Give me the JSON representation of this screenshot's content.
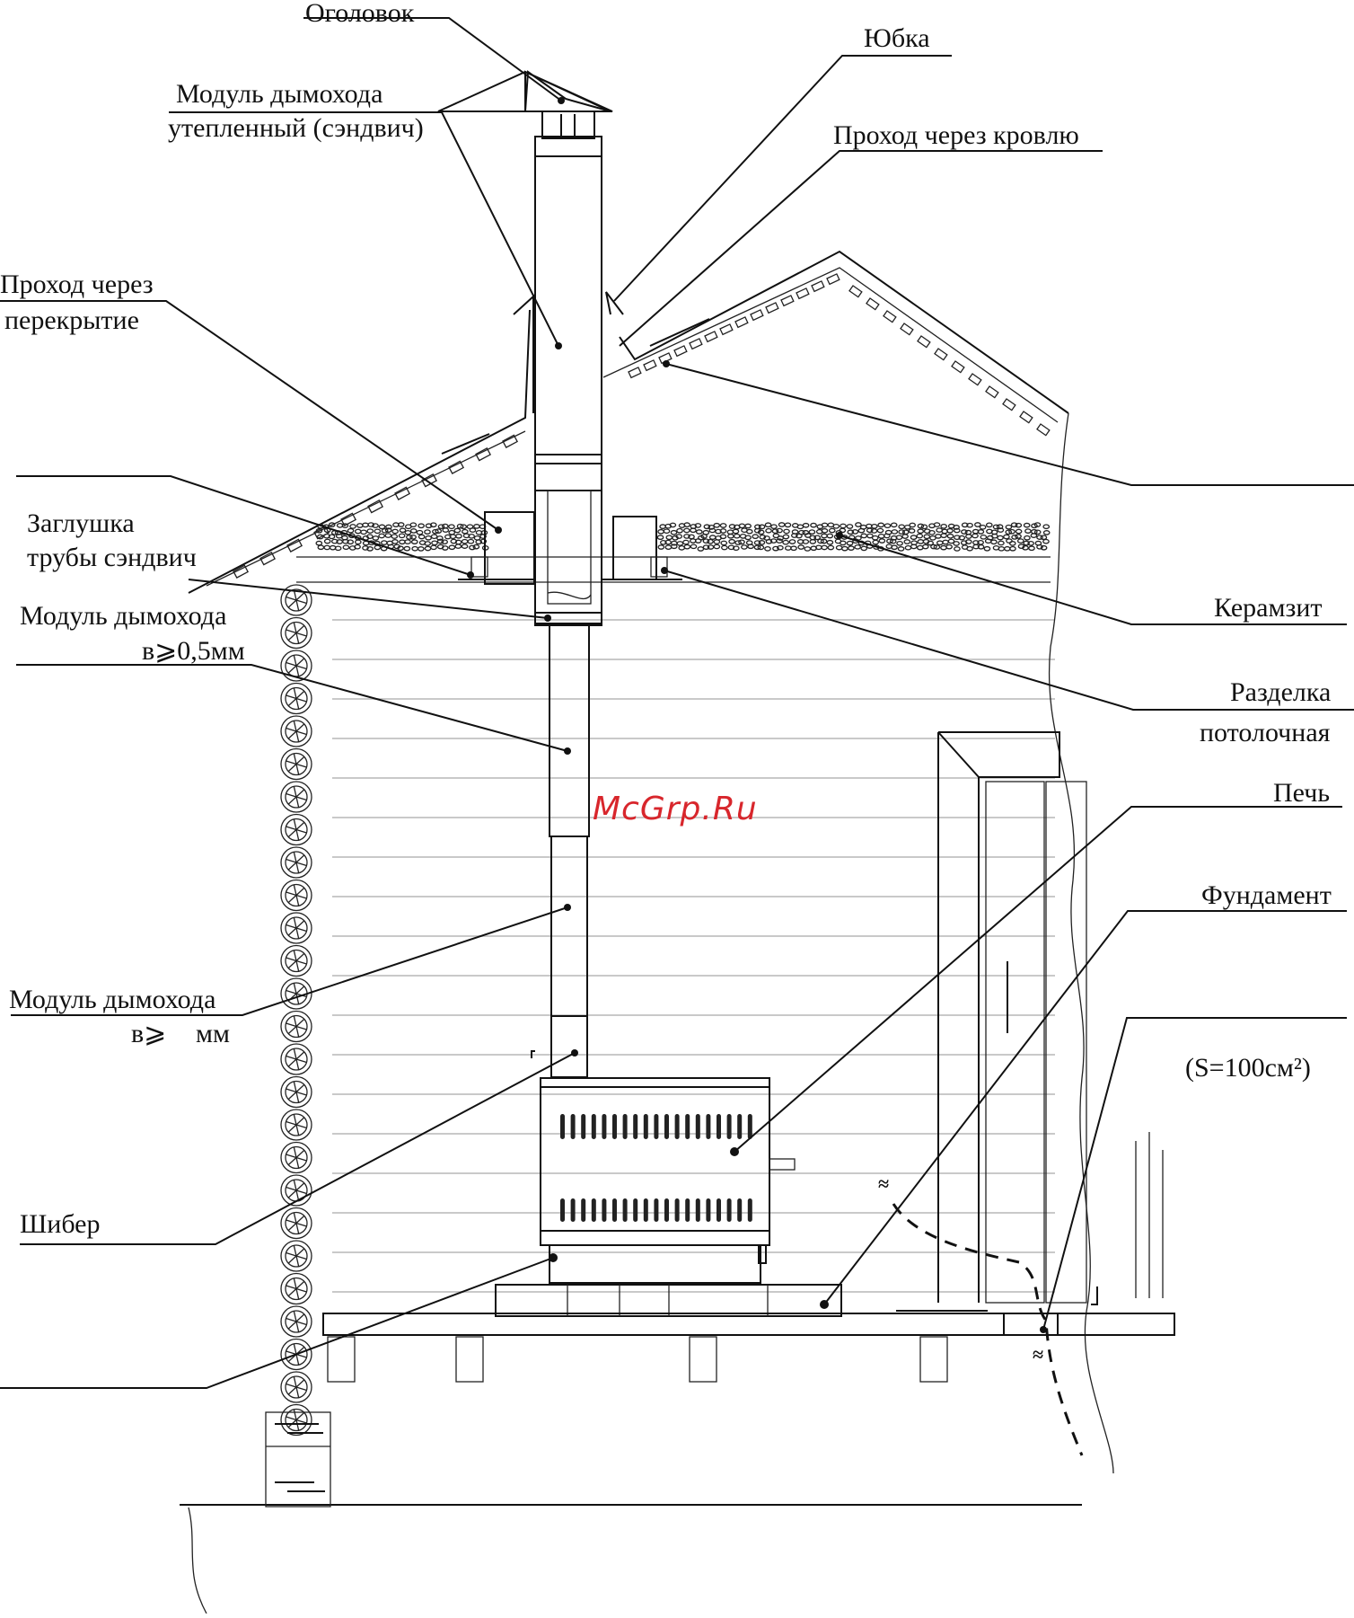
{
  "labels": {
    "ogolovok": "Оголовок",
    "yubka": "Юбка",
    "modul_uteplenny_1": "Модуль дымохода",
    "modul_uteplenny_2": "утепленный (сэндвич)",
    "prokhod_krovlyu": "Проход через кровлю",
    "prokhod_perekrytie_1": "Проход через",
    "prokhod_perekrytie_2": "перекрытие",
    "zaglushka_1": "Заглушка",
    "zaglushka_2": "трубы сэндвич",
    "modul_05_1": "Модуль дымохода",
    "modul_05_2": "в⩾0,5мм",
    "keramzit": "Керамзит",
    "razdelka_1": "Разделка",
    "razdelka_2": "потолочная",
    "pech": "Печь",
    "fundament": "Фундамент",
    "modul_b_1": "Модуль дымохода",
    "modul_b_2": "в⩾",
    "modul_b_3": "мм",
    "area": "(S=100см²)",
    "shiber": "Шибер"
  },
  "watermark": "McGrp.Ru",
  "colors": {
    "line": "#111111",
    "watermark": "#d8262c",
    "wall_stripe": "#c9c9c9"
  }
}
